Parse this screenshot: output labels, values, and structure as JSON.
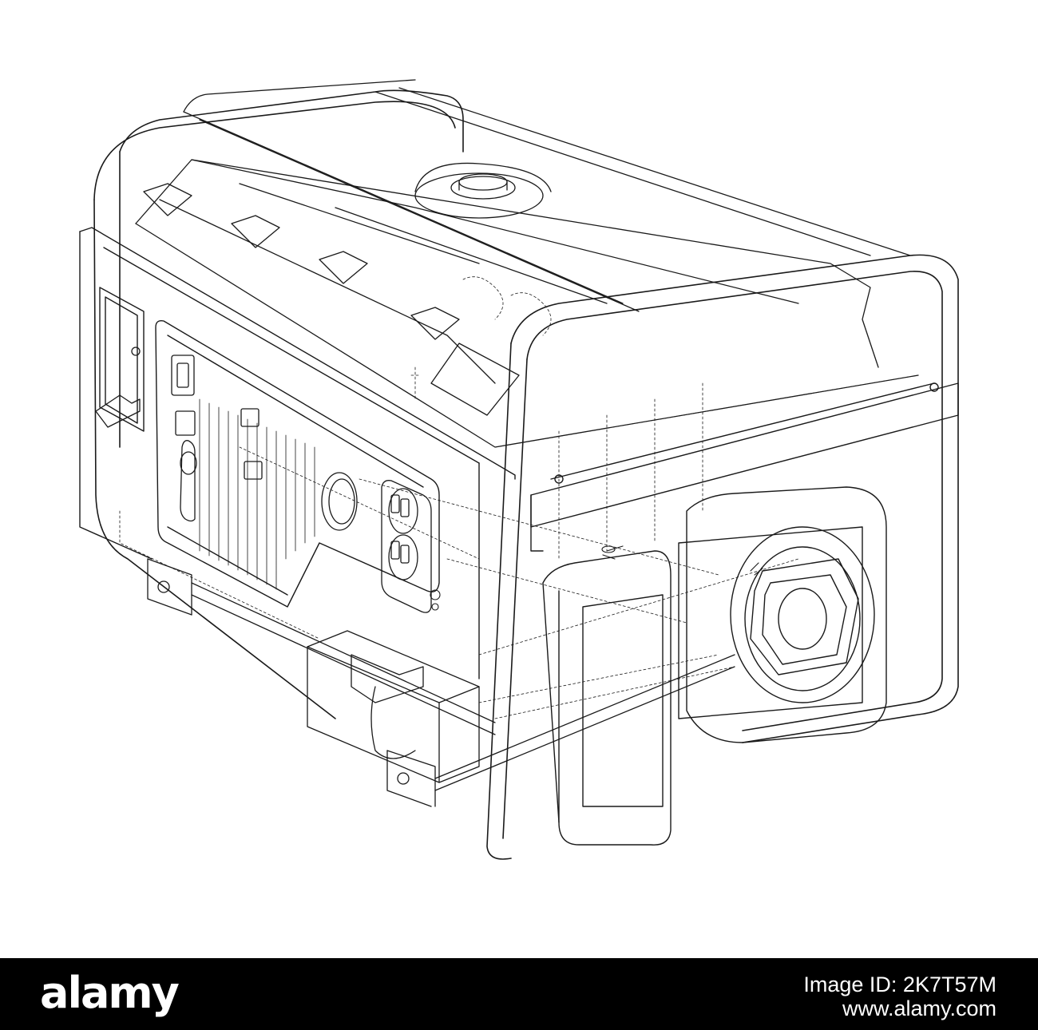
{
  "footer": {
    "brand": "alamy",
    "image_id_label": "Image ID: 2K7T57M",
    "site": "www.alamy.com"
  },
  "colors": {
    "background": "#ffffff",
    "line_art": "#1a1a1a",
    "footer_bg": "#000000",
    "footer_text": "#ffffff"
  }
}
